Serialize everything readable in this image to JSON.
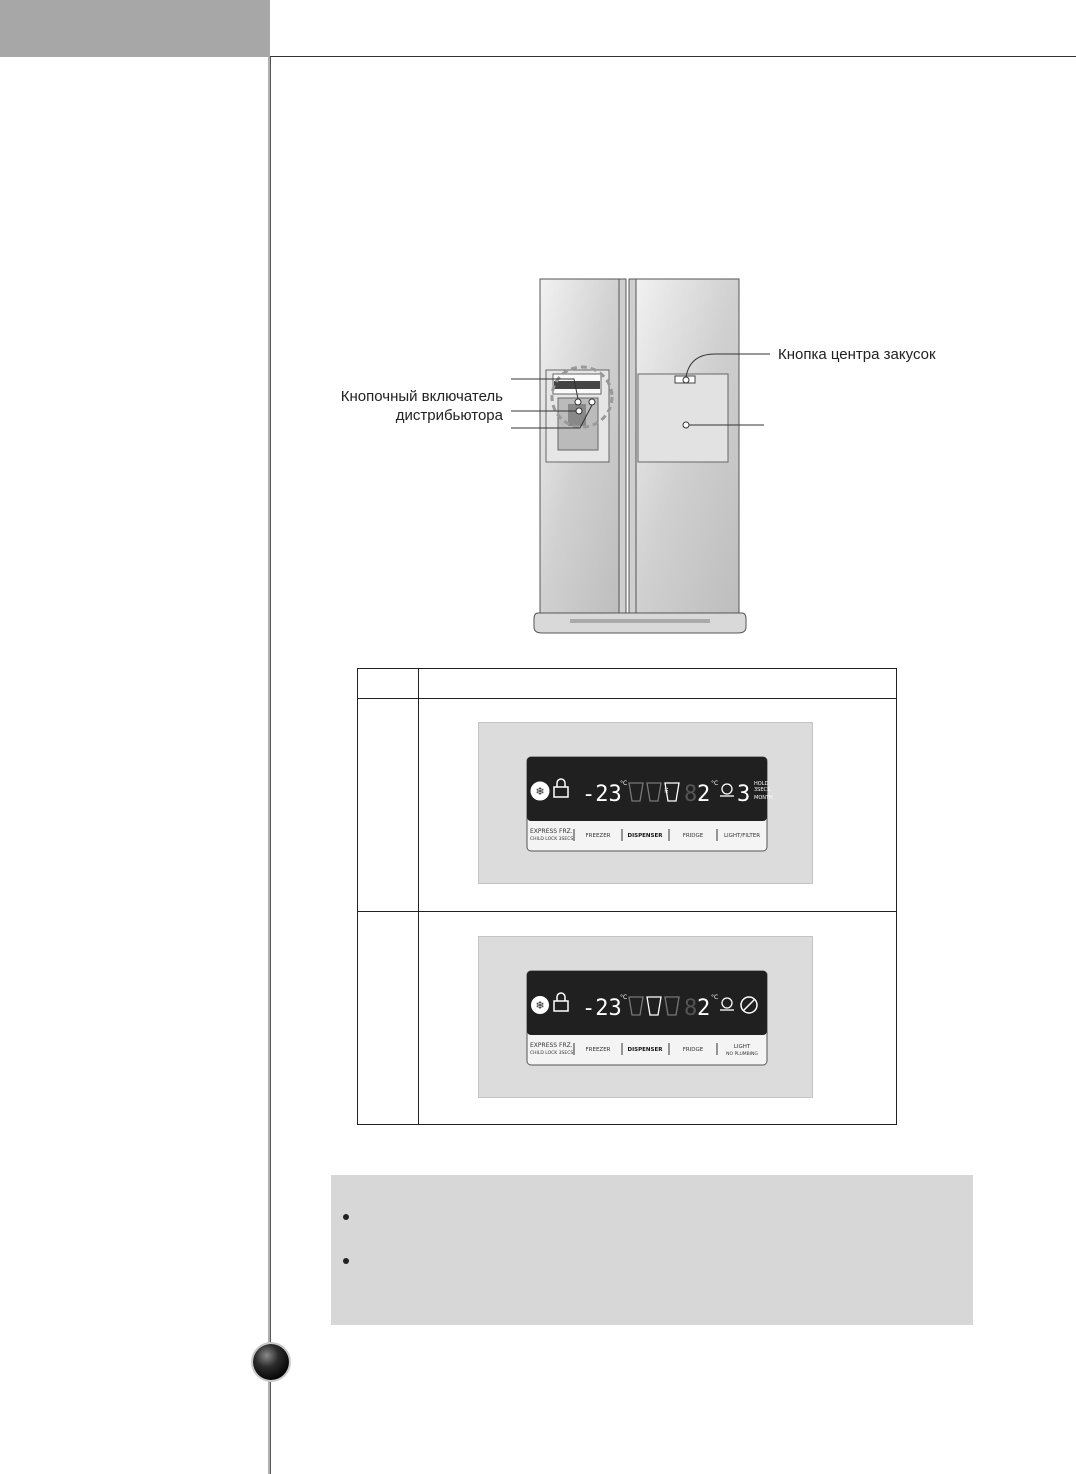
{
  "callouts": {
    "dispenser_switch_line1": "Кнопочный включатель",
    "dispenser_switch_line2": "дистрибьютора",
    "snack_center_button": "Кнопка центра закусок"
  },
  "panels": [
    {
      "temps": {
        "freezer": "-23",
        "fridge": "2",
        "filter": "3"
      },
      "filter_units": [
        "HOLD",
        "3SECS",
        "MONTH"
      ],
      "buttons": [
        "EXPRESS FRZ.",
        "FREEZER",
        "DISPENSER",
        "FRIDGE",
        "LIGHT/FILTER"
      ],
      "sub_label": "CHILD LOCK 3SECS"
    },
    {
      "temps": {
        "freezer": "-23",
        "fridge": "2"
      },
      "buttons": [
        "EXPRESS FRZ.",
        "FREEZER",
        "DISPENSER",
        "FRIDGE",
        "LIGHT"
      ],
      "sub_label": "CHILD LOCK 3SECS",
      "light_sub_label": "NO PLUMBING"
    }
  ],
  "colors": {
    "header_gray": "#a7a7a7",
    "note_bg": "#d7d7d7",
    "lcd_bg": "#202020"
  }
}
